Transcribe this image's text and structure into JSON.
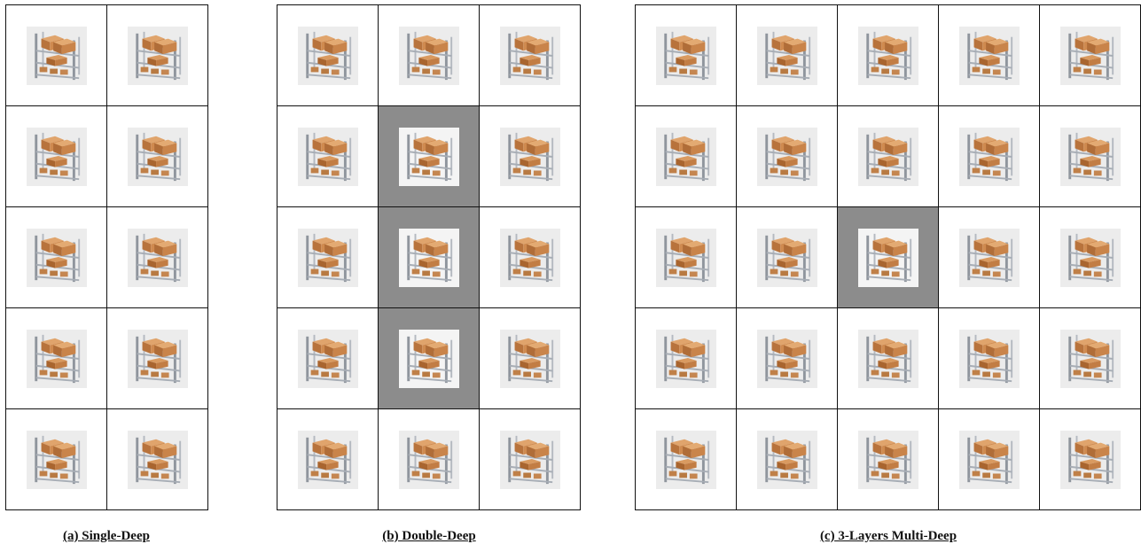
{
  "icon": "warehouse-shelf-icon",
  "colors": {
    "blocked_cell": "#8c8c8c",
    "grid_line": "#111111",
    "box": "#c8834a",
    "rack": "#9aa0a8"
  },
  "panels": [
    {
      "id": "single-deep",
      "caption": "(a) Single-Deep",
      "cols": 2,
      "rows": 5,
      "blocked": []
    },
    {
      "id": "double-deep",
      "caption": "(b) Double-Deep",
      "cols": 3,
      "rows": 5,
      "blocked": [
        [
          1,
          1
        ],
        [
          2,
          1
        ],
        [
          3,
          1
        ]
      ]
    },
    {
      "id": "multi-deep",
      "caption": "(c) 3-Layers Multi-Deep",
      "cols": 5,
      "rows": 5,
      "blocked": [
        [
          2,
          2
        ]
      ]
    }
  ]
}
